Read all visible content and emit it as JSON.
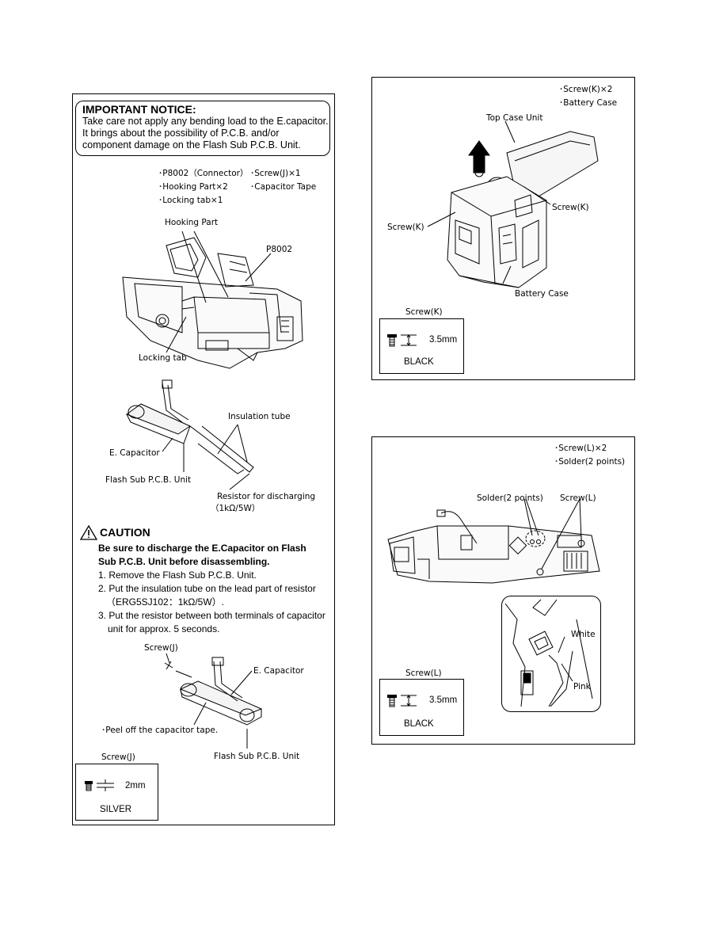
{
  "left_panel": {
    "notice": {
      "title": "IMPORTANT NOTICE:",
      "lines": [
        "Take care not apply any bending load to the E.capacitor.",
        "It brings about the possibility of P.C.B. and/or",
        "component damage on the Flash Sub P.C.B. Unit."
      ]
    },
    "parts_list": {
      "col1": [
        "･P8002（Connector）",
        "･Hooking Part×2",
        "･Locking tab×1"
      ],
      "col2": [
        "･Screw(J)×1",
        "･Capacitor Tape"
      ]
    },
    "labels": {
      "hooking_part": "Hooking Part",
      "p8002": "P8002",
      "locking_tab": "Locking tab",
      "insulation_tube": "Insulation tube",
      "e_capacitor": "E. Capacitor",
      "flash_sub_pcb": "Flash Sub P.C.B. Unit",
      "resistor_1": "Resistor for discharging",
      "resistor_2": "（1kΩ/5W）",
      "screw_j": "Screw(J)",
      "e_capacitor_2": "E. Capacitor",
      "peel_off": "･Peel off the capacitor tape.",
      "flash_sub_pcb_2": "Flash Sub P.C.B. Unit"
    },
    "caution": {
      "title": "CAUTION",
      "bold_1": "Be sure to discharge the E.Capacitor on Flash",
      "bold_2": "Sub P.C.B. Unit before disassembling.",
      "step1": "1. Remove the Flash Sub P.C.B. Unit.",
      "step2a": "2. Put the insulation tube on the lead part of resistor",
      "step2b": "（ERG5SJ102：1kΩ/5W）.",
      "step3a": "3. Put the resistor between both terminals of capacitor",
      "step3b": "unit for approx. 5 seconds."
    },
    "screw_spec": {
      "name": "Screw(J)",
      "size": "2mm",
      "color": "SILVER"
    }
  },
  "right_top_panel": {
    "parts_list": [
      "･Screw(K)×2",
      "･Battery Case"
    ],
    "labels": {
      "top_case_unit": "Top Case Unit",
      "screw_k_left": "Screw(K)",
      "screw_k_right": "Screw(K)",
      "battery_case": "Battery Case"
    },
    "screw_spec": {
      "name": "Screw(K)",
      "size": "3.5mm",
      "color": "BLACK"
    }
  },
  "right_bottom_panel": {
    "parts_list": [
      "･Screw(L)×2",
      "･Solder(2 points)"
    ],
    "labels": {
      "solder": "Solder(2 points)",
      "screw_l": "Screw(L)",
      "white": "White",
      "pink": "Pink"
    },
    "screw_spec": {
      "name": "Screw(L)",
      "size": "3.5mm",
      "color": "BLACK"
    }
  }
}
